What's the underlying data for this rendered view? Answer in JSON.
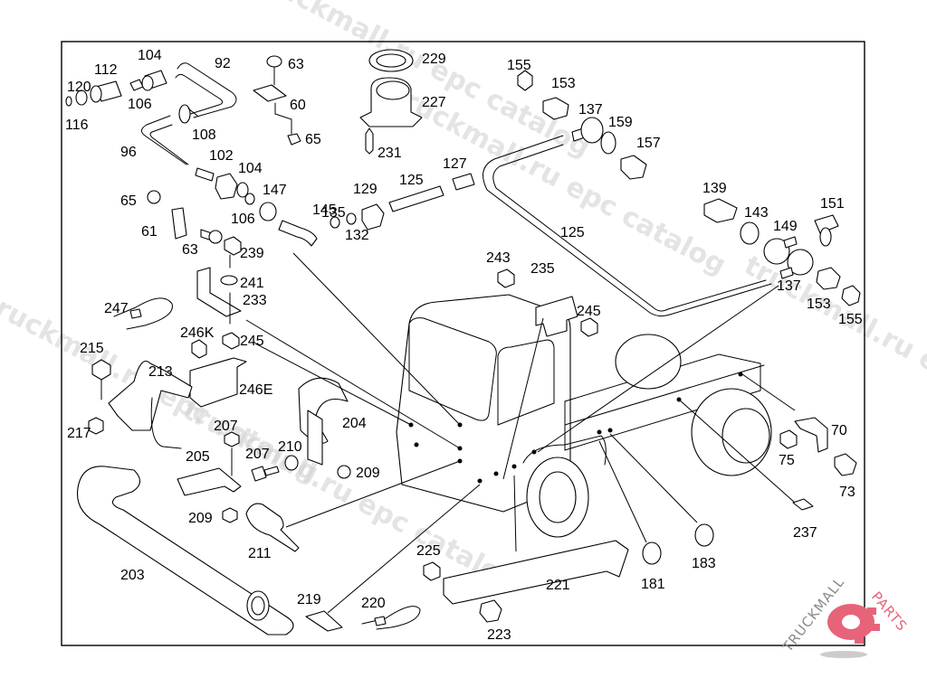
{
  "diagram": {
    "type": "exploded parts view",
    "subject": "truck chassis with cab — lines, hoses and brackets",
    "labels": [
      {
        "id": "104a",
        "text": "104"
      },
      {
        "id": "112",
        "text": "112"
      },
      {
        "id": "120",
        "text": "120"
      },
      {
        "id": "116",
        "text": "116"
      },
      {
        "id": "106a",
        "text": "106"
      },
      {
        "id": "92",
        "text": "92"
      },
      {
        "id": "108",
        "text": "108"
      },
      {
        "id": "96",
        "text": "96"
      },
      {
        "id": "102",
        "text": "102"
      },
      {
        "id": "104b",
        "text": "104"
      },
      {
        "id": "147",
        "text": "147"
      },
      {
        "id": "106b",
        "text": "106"
      },
      {
        "id": "65a",
        "text": "65"
      },
      {
        "id": "61",
        "text": "61"
      },
      {
        "id": "63a",
        "text": "63"
      },
      {
        "id": "63b",
        "text": "63"
      },
      {
        "id": "60",
        "text": "60"
      },
      {
        "id": "65b",
        "text": "65"
      },
      {
        "id": "229",
        "text": "229"
      },
      {
        "id": "227",
        "text": "227"
      },
      {
        "id": "231",
        "text": "231"
      },
      {
        "id": "145",
        "text": "145"
      },
      {
        "id": "135",
        "text": "135"
      },
      {
        "id": "132",
        "text": "132"
      },
      {
        "id": "129",
        "text": "129"
      },
      {
        "id": "125a",
        "text": "125"
      },
      {
        "id": "127",
        "text": "127"
      },
      {
        "id": "125b",
        "text": "125"
      },
      {
        "id": "155a",
        "text": "155"
      },
      {
        "id": "153a",
        "text": "153"
      },
      {
        "id": "137a",
        "text": "137"
      },
      {
        "id": "159",
        "text": "159"
      },
      {
        "id": "157",
        "text": "157"
      },
      {
        "id": "139",
        "text": "139"
      },
      {
        "id": "143",
        "text": "143"
      },
      {
        "id": "149",
        "text": "149"
      },
      {
        "id": "151",
        "text": "151"
      },
      {
        "id": "137b",
        "text": "137"
      },
      {
        "id": "153b",
        "text": "153"
      },
      {
        "id": "155b",
        "text": "155"
      },
      {
        "id": "239",
        "text": "239"
      },
      {
        "id": "241",
        "text": "241"
      },
      {
        "id": "233",
        "text": "233"
      },
      {
        "id": "247",
        "text": "247"
      },
      {
        "id": "246K",
        "text": "246K"
      },
      {
        "id": "245a",
        "text": "245"
      },
      {
        "id": "246E",
        "text": "246E"
      },
      {
        "id": "215",
        "text": "215"
      },
      {
        "id": "213",
        "text": "213"
      },
      {
        "id": "217",
        "text": "217"
      },
      {
        "id": "243",
        "text": "243"
      },
      {
        "id": "235",
        "text": "235"
      },
      {
        "id": "245b",
        "text": "245"
      },
      {
        "id": "204",
        "text": "204"
      },
      {
        "id": "207a",
        "text": "207"
      },
      {
        "id": "205",
        "text": "205"
      },
      {
        "id": "207b",
        "text": "207"
      },
      {
        "id": "210",
        "text": "210"
      },
      {
        "id": "209a",
        "text": "209"
      },
      {
        "id": "209b",
        "text": "209"
      },
      {
        "id": "211",
        "text": "211"
      },
      {
        "id": "203",
        "text": "203"
      },
      {
        "id": "219",
        "text": "219"
      },
      {
        "id": "220",
        "text": "220"
      },
      {
        "id": "225",
        "text": "225"
      },
      {
        "id": "221",
        "text": "221"
      },
      {
        "id": "223",
        "text": "223"
      },
      {
        "id": "181",
        "text": "181"
      },
      {
        "id": "183",
        "text": "183"
      },
      {
        "id": "237",
        "text": "237"
      },
      {
        "id": "70",
        "text": "70"
      },
      {
        "id": "75",
        "text": "75"
      },
      {
        "id": "73",
        "text": "73"
      }
    ]
  },
  "watermarks": {
    "text_1": "truckmall.ru epc catalog",
    "text_2": "truckmall.ru epc catalog",
    "text_3": "truckmall.ru epc catalog",
    "text_4": "truckmall.ru epc catalog"
  },
  "logo": {
    "brand_main": "TRUCKMALL",
    "brand_accent": "PARTS",
    "accent_color": "#e7637a"
  }
}
